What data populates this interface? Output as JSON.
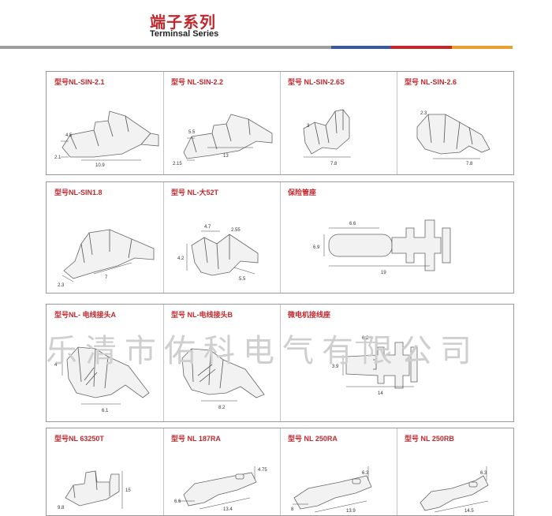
{
  "header": {
    "title_cn": "端子系列",
    "title_en": "Terminsal Series",
    "bar_colors": [
      "#9e9e9e",
      "#3a5a9a",
      "#c0282e",
      "#e8a030"
    ]
  },
  "watermark": "乐清市佑科电气有限公司",
  "rows": [
    {
      "items": [
        {
          "label": "型号NL-SIN-2.1",
          "dims": [
            "4.5",
            "2.1",
            "10.9"
          ]
        },
        {
          "label": "型号 NL-SIN-2.2",
          "dims": [
            "5.5",
            "2.15",
            "13"
          ]
        },
        {
          "label": "型号 NL-SIN-2.6S",
          "dims": [
            "3",
            "7.8"
          ]
        },
        {
          "label": "型号 NL-SIN-2.6",
          "dims": [
            "2.3",
            "7.8"
          ]
        }
      ]
    },
    {
      "items": [
        {
          "label": "型号NL-SIN1.8",
          "dims": [
            "2.3",
            "7"
          ]
        },
        {
          "label": "型号 NL-大52T",
          "dims": [
            "4.7",
            "2.55",
            "4.2",
            "5.5"
          ]
        },
        {
          "label": "保险管座",
          "dims": [
            "6.6",
            "6.9",
            "19"
          ]
        }
      ]
    },
    {
      "items": [
        {
          "label": "型号NL- 电线接头A",
          "dims": [
            "4",
            "6.1"
          ]
        },
        {
          "label": "型号 NL-电线接头B",
          "dims": [
            "8.2"
          ]
        },
        {
          "label": "微电机接线座",
          "dims": [
            "6.2",
            "3.9",
            "14"
          ]
        }
      ]
    },
    {
      "items": [
        {
          "label": "型号NL 63250T",
          "dims": [
            "9.8",
            "15"
          ]
        },
        {
          "label": "型号 NL 187RA",
          "dims": [
            "4.75",
            "6.6",
            "13.4"
          ]
        },
        {
          "label": "型号 NL 250RA",
          "dims": [
            "6.3",
            "8",
            "13.9"
          ]
        },
        {
          "label": "型号 NL 250RB",
          "dims": [
            "6.3",
            "14.5"
          ]
        }
      ]
    }
  ]
}
